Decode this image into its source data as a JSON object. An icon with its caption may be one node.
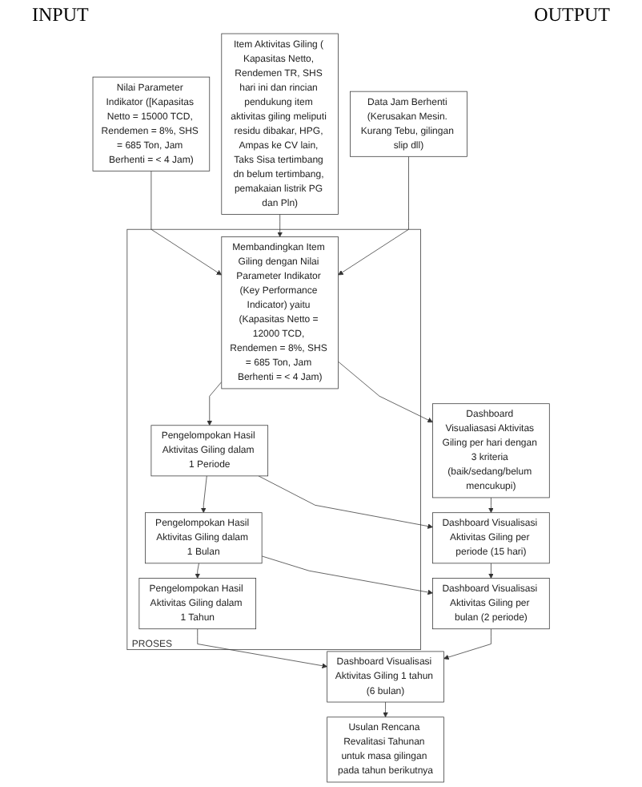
{
  "diagram": {
    "nodes": [
      {
        "text": [
          "Nilai Parameter Indikator ([Kapasitas Netto = 15000 TCD, Rendemen = 8%, SHS = 685 Ton, Jam Berhenti = < 4 Jam)"
        ]
      },
      {
        "text": [
          "Item Aktivitas Giling ( Kapasitas Netto, Rendemen TR, SHS hari ini dan rincian pendukung item aktivitas giling meliputi residu dibakar, HPG, Ampas ke CV lain, Taks Sisa tertimbang dn belum tertimbang, pemakaian listrik PG dan Pln)"
        ]
      },
      {
        "text": [
          "Data Jam Berhenti (Kerusakan Mesin. Kurang Tebu, gilingan slip dll)"
        ]
      },
      {
        "text": [
          "PROSES"
        ]
      },
      {
        "text": [
          "Membandingkan Item Giling dengan Nilai Parameter Indikator (Key Performance Indicator) yaitu (Kapasitas Netto = 12000 TCD, Rendemen = 8%, SHS = 685 Ton, Jam Berhenti = < 4 Jam)"
        ],
        "in": 3
      },
      {
        "text": [
          "Pengelompokan Hasil Aktivitas Giling dalam 1 Periode"
        ],
        "in": 3
      },
      {
        "text": [
          "Pengelompokan Hasil Aktivitas Giling dalam 1 Bulan"
        ],
        "in": 3
      },
      {
        "text": [
          "Pengelompokan Hasil Aktivitas Giling dalam 1 Tahun"
        ],
        "in": 3
      },
      {
        "text": [
          "Dashboard Visualiasasi Aktivitas Giling per hari dengan 3 kriteria (baik/sedang/belum mencukupi)"
        ]
      },
      {
        "text": [
          "Dashboard Visualisasi Aktivitas Giling per periode (15 hari)"
        ]
      },
      {
        "text": [
          "Dashboard Visualisasi Aktivitas Giling per bulan (2 periode)"
        ]
      },
      {
        "text": [
          "Dashboard Visualisasi Aktivitas Giling 1 tahun (6 bulan)"
        ]
      },
      {
        "text": [
          "Usulan Rencana Revalitasi Tahunan untuk masa gilingan pada tahun berikutnya"
        ]
      }
    ],
    "edges": [
      {
        "from": 0,
        "to": 4,
        "arrow": "to"
      },
      {
        "from": 1,
        "to": 4,
        "arrow": "to"
      },
      {
        "from": 2,
        "to": 4,
        "arrow": "to"
      },
      {
        "from": 4,
        "to": 5,
        "arrow": "to"
      },
      {
        "from": 5,
        "to": 6,
        "arrow": "to"
      },
      {
        "from": 6,
        "to": 7,
        "arrow": "to"
      },
      {
        "from": 4,
        "to": 8,
        "arrow": "to"
      },
      {
        "from": 5,
        "to": 9,
        "arrow": "to"
      },
      {
        "from": 6,
        "to": 10,
        "arrow": "to"
      },
      {
        "from": 7,
        "to": 11,
        "arrow": "to"
      },
      {
        "from": 8,
        "to": 9,
        "arrow": "to"
      },
      {
        "from": 9,
        "to": 10,
        "arrow": "to"
      },
      {
        "from": 10,
        "to": 11,
        "arrow": "to"
      },
      {
        "from": 11,
        "to": 12,
        "arrow": "to"
      }
    ],
    "labels": [
      "INPUT",
      "OUTPUT"
    ]
  }
}
